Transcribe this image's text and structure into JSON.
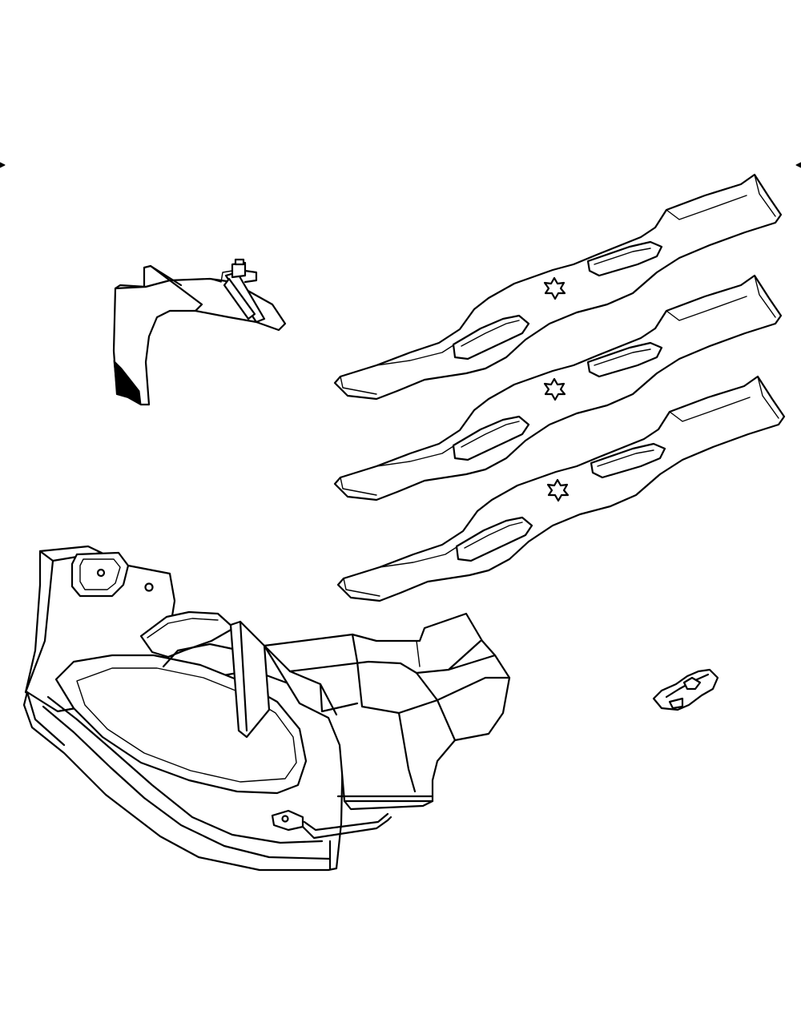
{
  "diagram": {
    "parts": [
      {
        "name": "mulch-plug",
        "icon": "mulch-plug-icon"
      },
      {
        "name": "mower-blade-top",
        "icon": "blade-icon"
      },
      {
        "name": "mower-blade-middle",
        "icon": "blade-icon"
      },
      {
        "name": "mower-blade-bottom",
        "icon": "blade-icon"
      },
      {
        "name": "discharge-chute",
        "icon": "chute-icon"
      },
      {
        "name": "wing-nut",
        "icon": "nut-icon"
      }
    ],
    "line_color": "#000000",
    "background_color": "#ffffff"
  }
}
